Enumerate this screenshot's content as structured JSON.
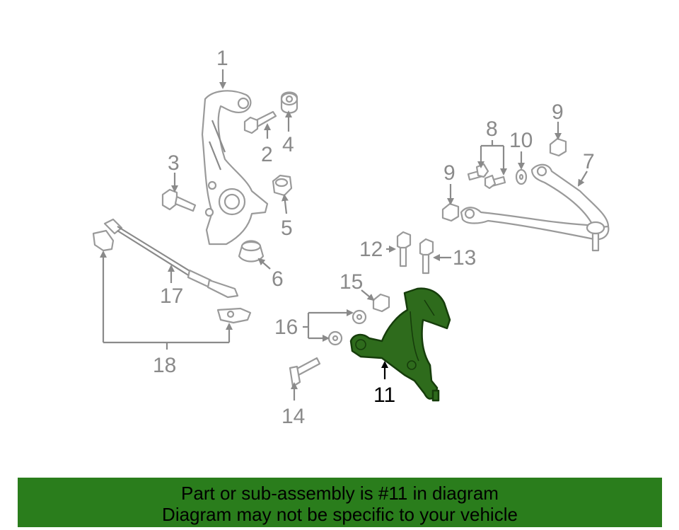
{
  "diagram": {
    "callouts": [
      {
        "id": "1",
        "label": "1"
      },
      {
        "id": "2",
        "label": "2"
      },
      {
        "id": "3",
        "label": "3"
      },
      {
        "id": "4",
        "label": "4"
      },
      {
        "id": "5",
        "label": "5"
      },
      {
        "id": "6",
        "label": "6"
      },
      {
        "id": "7",
        "label": "7"
      },
      {
        "id": "8",
        "label": "8"
      },
      {
        "id": "9a",
        "label": "9"
      },
      {
        "id": "9b",
        "label": "9"
      },
      {
        "id": "10",
        "label": "10"
      },
      {
        "id": "11",
        "label": "11"
      },
      {
        "id": "12",
        "label": "12"
      },
      {
        "id": "13",
        "label": "13"
      },
      {
        "id": "14",
        "label": "14"
      },
      {
        "id": "15",
        "label": "15"
      },
      {
        "id": "16",
        "label": "16"
      },
      {
        "id": "17",
        "label": "17"
      },
      {
        "id": "18",
        "label": "18"
      }
    ],
    "highlight_part": "11",
    "colors": {
      "highlight": "#2e6b1c",
      "banner": "#2a7d1c",
      "line": "#8a8a8a"
    }
  },
  "banner": {
    "line1": "Part or sub-assembly is #11 in diagram",
    "line2": "Diagram may not be specific to your vehicle"
  }
}
